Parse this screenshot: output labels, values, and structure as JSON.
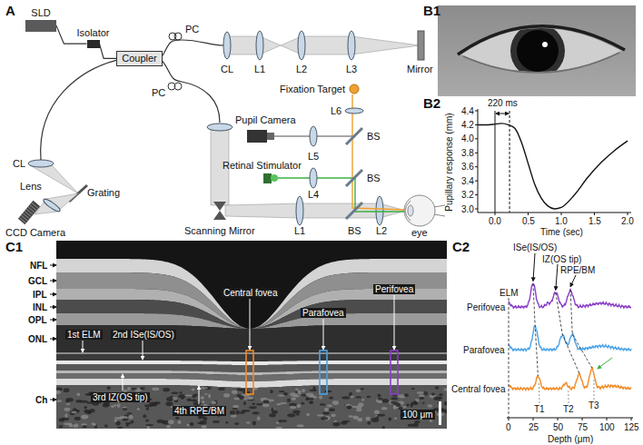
{
  "diagram": {
    "nodes": [
      {
        "text": [
          "SLD"
        ]
      },
      {
        "text": [
          "Isolator"
        ]
      },
      {
        "text": [
          "Coupler"
        ]
      }
    ],
    "edges": [
      {
        "from": 0,
        "to": 1,
        "arrow": "none"
      },
      {
        "from": 1,
        "to": 2,
        "arrow": "none"
      }
    ],
    "labels": [
      "A",
      "PC",
      "PC",
      "CL",
      "L1",
      "L2",
      "L3",
      "Mirror",
      "CL",
      "Lens",
      "Grating",
      "CCD Camera",
      "Fixation Target",
      "L6",
      "BS",
      "Pupil Camera",
      "L5",
      "Retinal Stimulator",
      "L4",
      "BS",
      "Scanning Mirror",
      "L1",
      "BS",
      "L2",
      "eye",
      "B1",
      "B2",
      "220 ms",
      "Pupillary response (mm)",
      "4.4",
      "4.2",
      "4.0",
      "3.8",
      "3.6",
      "3.4",
      "3.2",
      "3.0",
      "0.0",
      "0.5",
      "1.0",
      "1.5",
      "2.0",
      "Time (sec)",
      "C1",
      "NFL",
      "GCL",
      "IPL",
      "INL",
      "OPL",
      "ONL",
      "1st ELM",
      "2nd ISe(IS/OS)",
      "3rd IZ(OS tip)",
      "4th RPE/BM",
      "Ch",
      "Central fovea",
      "Parafovea",
      "Perifovea",
      "100 μm",
      "C2",
      "ISe(IS/OS)",
      "IZ(OS tip)",
      "RPE/BM",
      "ELM",
      "Perifovea",
      "Parafovea",
      "Central fovea",
      "T1",
      "T2",
      "T3",
      "0",
      "25",
      "50",
      "75",
      "100",
      "125",
      "Depth (μm)"
    ]
  }
}
